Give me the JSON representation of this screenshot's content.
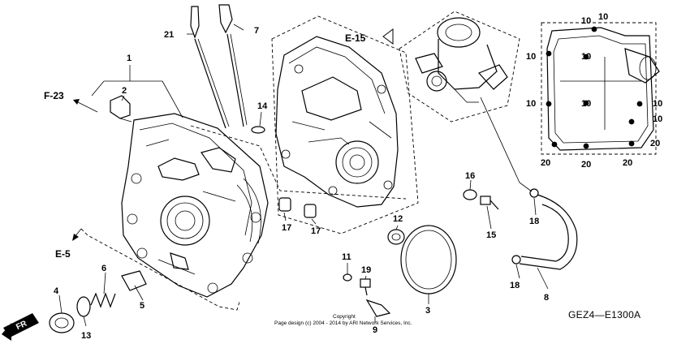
{
  "diagram": {
    "part_labels": {
      "p1": "1",
      "p2": "2",
      "p3": "3",
      "p4": "4",
      "p5": "5",
      "p6": "6",
      "p7": "7",
      "p8": "8",
      "p9": "9",
      "p11": "11",
      "p12": "12",
      "p13": "13",
      "p14": "14",
      "p15": "15",
      "p16": "16",
      "p17a": "17",
      "p17b": "17",
      "p18a": "18",
      "p18b": "18",
      "p19": "19",
      "p21": "21",
      "p10a": "10",
      "p10b": "10",
      "p10c": "10",
      "p10d": "10",
      "p10e": "10",
      "p10f": "10",
      "p10g": "10",
      "p10h": "10",
      "p20a": "20",
      "p20b": "20",
      "p20c": "20",
      "p20d": "20"
    },
    "references": {
      "e15": "E-15",
      "f23": "F-23",
      "e5": "E-5"
    },
    "front_arrow_label": "FR",
    "diagram_code": "GEZ4—E1300A",
    "copyright_title": "Copyright",
    "copyright_line": "Page design (c) 2004 - 2014 by ARI Network Services, Inc."
  }
}
